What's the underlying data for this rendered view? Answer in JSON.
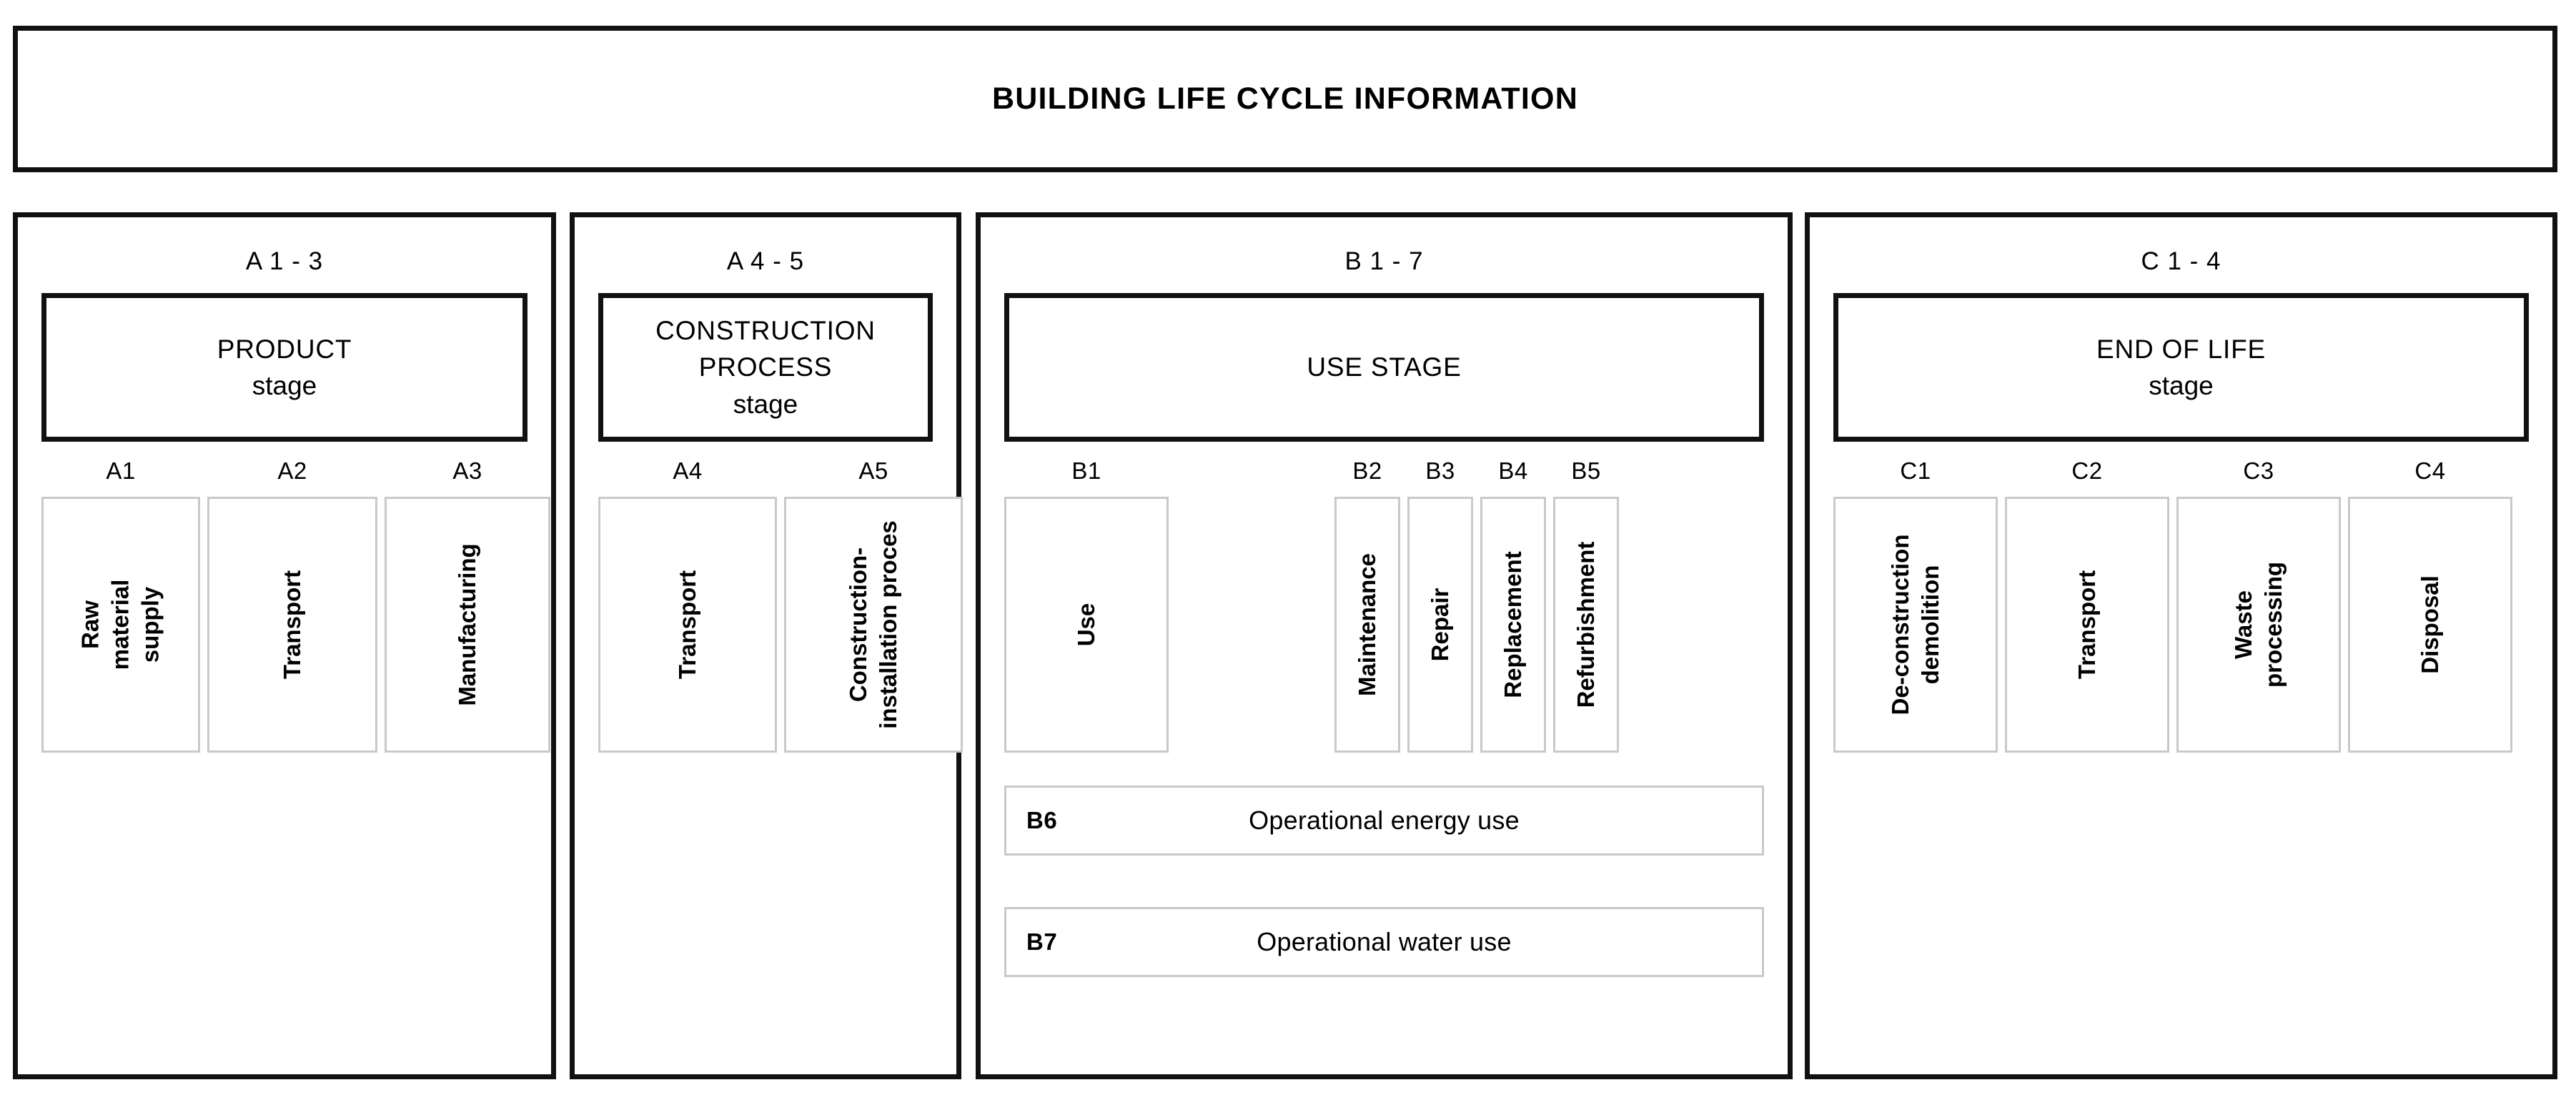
{
  "banner": {
    "title": "BUILDING LIFE CYCLE INFORMATION"
  },
  "panels": [
    {
      "code": "A 1 - 3",
      "stage_caps": "PRODUCT",
      "stage_low": "stage",
      "modules": [
        {
          "code": "A1",
          "label": "Raw material supply"
        },
        {
          "code": "A2",
          "label": "Transport"
        },
        {
          "code": "A3",
          "label": "Manufacturing"
        }
      ]
    },
    {
      "code": "A 4 - 5",
      "stage_caps": "CONSTRUCTION PROCESS",
      "stage_low": "stage",
      "modules": [
        {
          "code": "A4",
          "label": "Transport"
        },
        {
          "code": "A5",
          "label": "Construction-installation proces"
        }
      ]
    },
    {
      "code": "B 1 - 7",
      "stage_caps": "USE STAGE",
      "stage_low": "",
      "modules": [
        {
          "code": "B1",
          "label": "Use"
        },
        {
          "code": "B2",
          "label": "Maintenance"
        },
        {
          "code": "B3",
          "label": "Repair"
        },
        {
          "code": "B4",
          "label": "Replacement"
        },
        {
          "code": "B5",
          "label": "Refurbishment"
        }
      ],
      "wide_rows": [
        {
          "code": "B6",
          "label": "Operational energy use"
        },
        {
          "code": "B7",
          "label": "Operational water use"
        }
      ]
    },
    {
      "code": "C 1 - 4",
      "stage_caps": "END OF LIFE",
      "stage_low": "stage",
      "modules": [
        {
          "code": "C1",
          "label": "De-construction demolition"
        },
        {
          "code": "C2",
          "label": "Transport"
        },
        {
          "code": "C3",
          "label": "Waste processing"
        },
        {
          "code": "C4",
          "label": "Disposal"
        }
      ]
    }
  ],
  "colors": {
    "frame": "#111111",
    "module_border": "#c9c9c9",
    "background": "#ffffff",
    "text": "#000000"
  }
}
